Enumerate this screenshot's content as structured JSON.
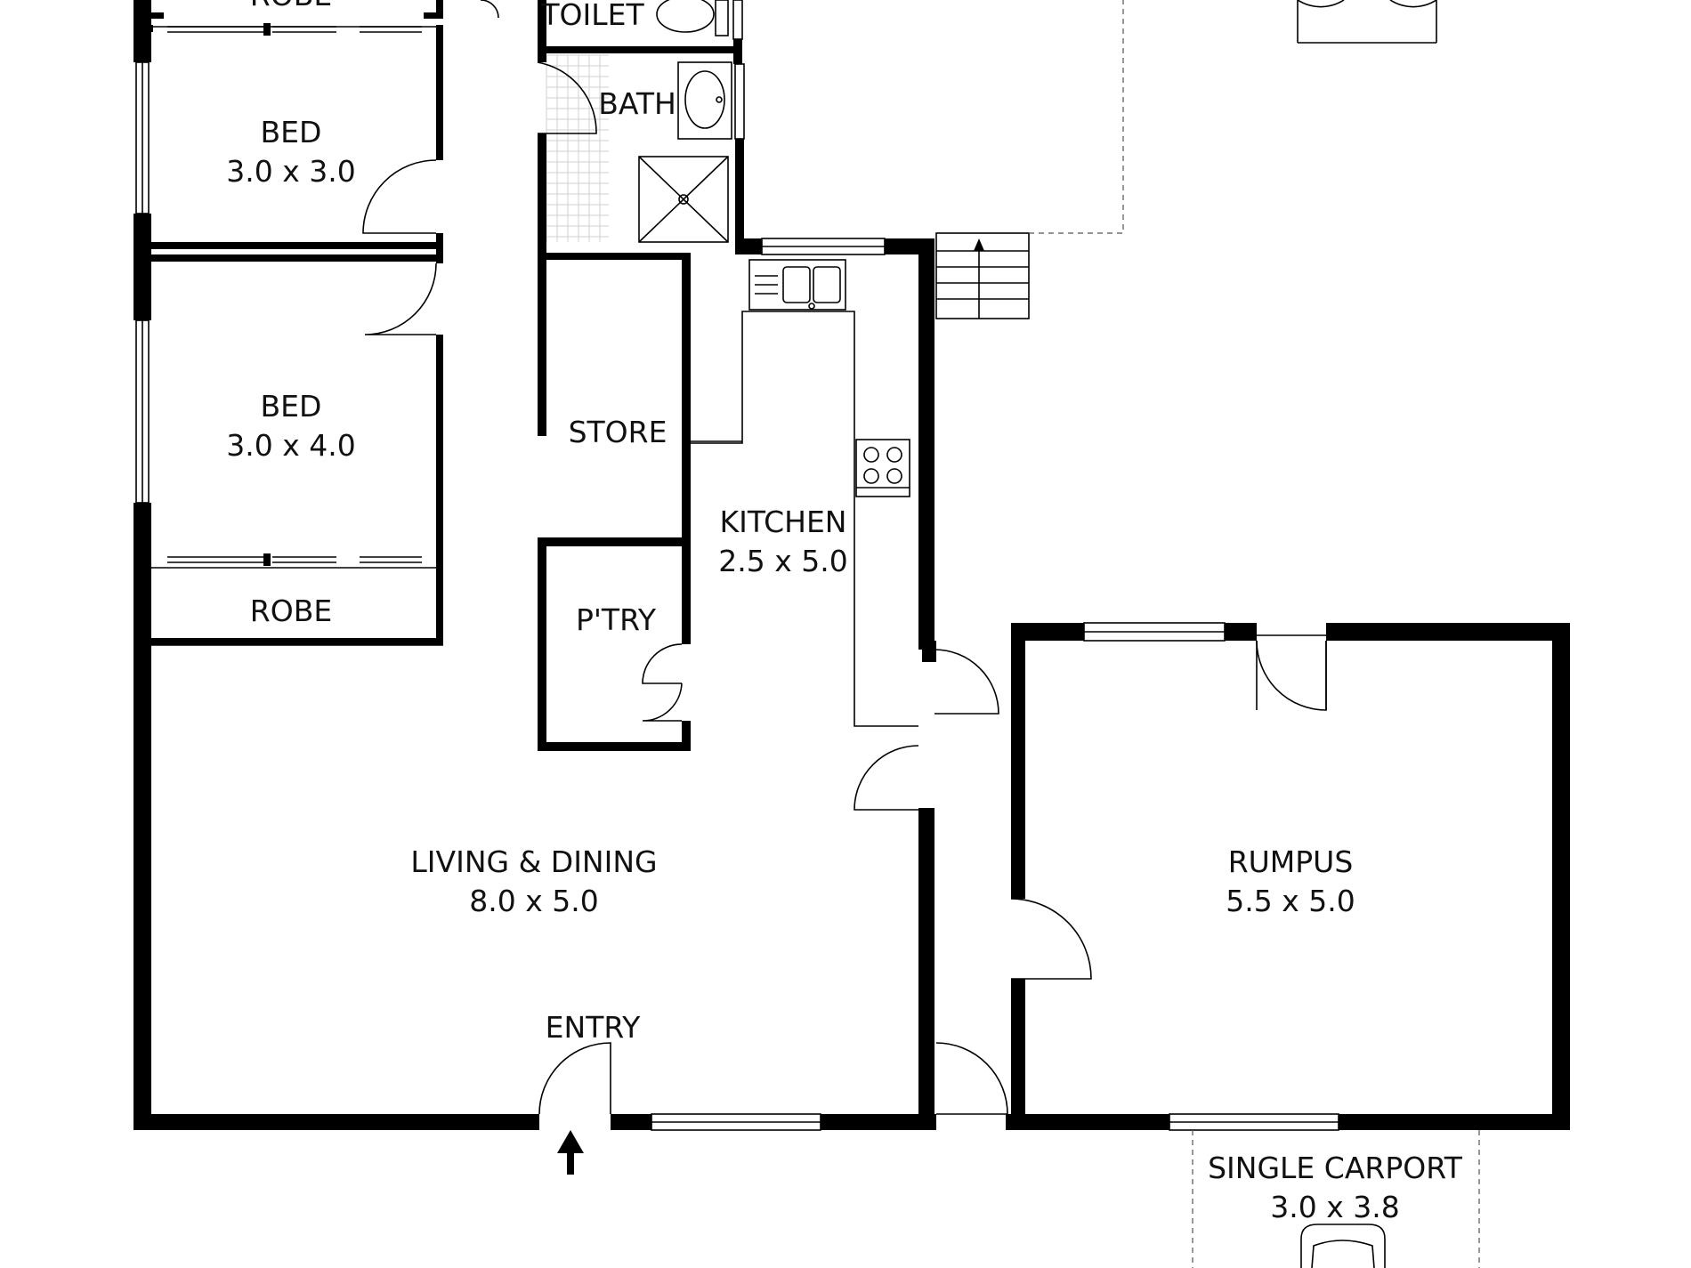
{
  "rooms": {
    "robe_top": {
      "name": "ROBE"
    },
    "toilet": {
      "name": "TOILET"
    },
    "bath": {
      "name": "BATH"
    },
    "bed1": {
      "name": "BED",
      "size": "3.0 x 3.0"
    },
    "bed2": {
      "name": "BED",
      "size": "3.0 x 4.0"
    },
    "store": {
      "name": "STORE"
    },
    "kitchen": {
      "name": "KITCHEN",
      "size": "2.5 x 5.0"
    },
    "robe_bottom": {
      "name": "ROBE"
    },
    "pantry": {
      "name": "P'TRY"
    },
    "living": {
      "name": "LIVING & DINING",
      "size": "8.0 x 5.0"
    },
    "rumpus": {
      "name": "RUMPUS",
      "size": "5.5 x 5.0"
    },
    "entry": {
      "name": "ENTRY"
    },
    "carport": {
      "name": "SINGLE CARPORT",
      "size": "3.0 x 3.8"
    }
  },
  "colors": {
    "wall": "#000000",
    "background": "#ffffff",
    "text": "#111111"
  },
  "icons": [
    "entry-arrow-icon",
    "car-icon",
    "sink-icon",
    "cooktop-icon",
    "toilet-icon",
    "basin-icon",
    "shower-icon",
    "stairs-icon"
  ]
}
